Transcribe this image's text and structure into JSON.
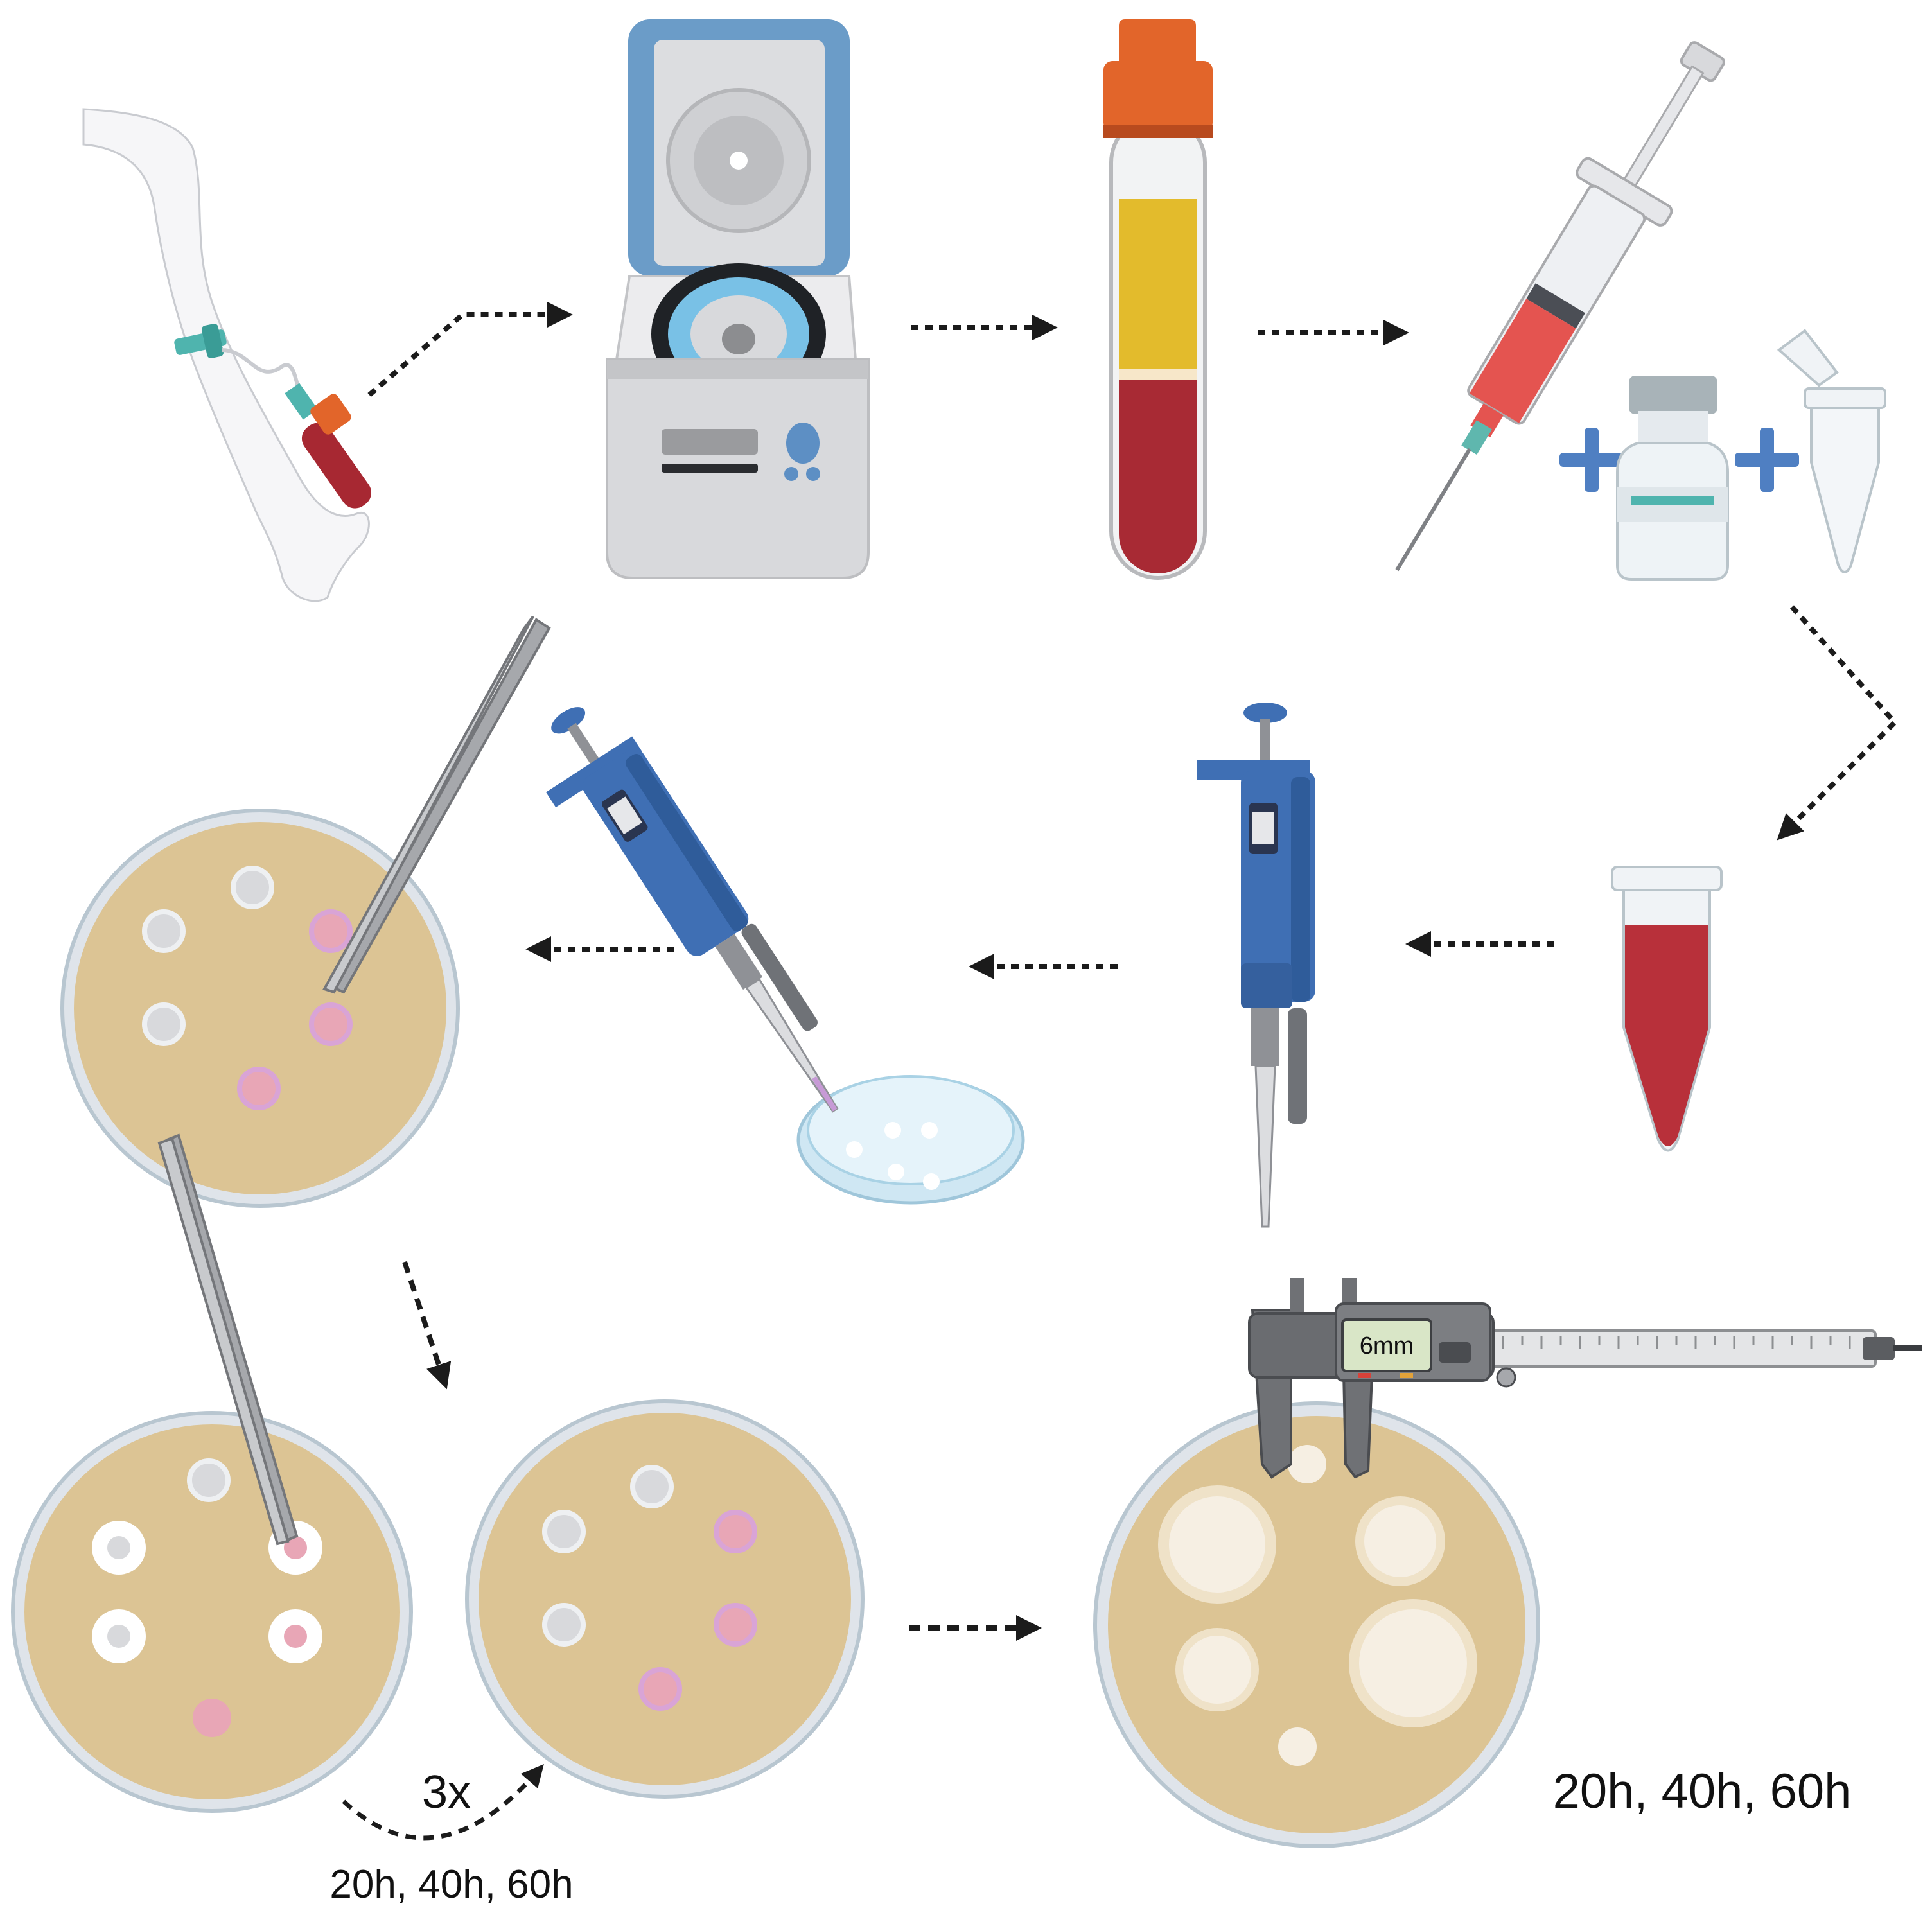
{
  "labels": {
    "repeat_count": "3x",
    "repeat_times": "20h, 40h, 60h",
    "measure_times": "20h, 40h, 60h",
    "caliper_reading": "6mm"
  },
  "colors": {
    "agar": "#dcc494",
    "dish_rim": "#b8c6d0",
    "plasma_yellow": "#e3bb2c",
    "blood_red": "#b8303a",
    "cap_orange": "#e2652a",
    "pipette_blue": "#3f6fb4",
    "centrifuge_lid": "#6b9cc8",
    "plus_blue": "#4f7fc2",
    "pink_disc": "#e8a6b6",
    "grey_disc": "#d8d9dc",
    "zone_white": "#f6efe3",
    "arrow": "#1b1b1b"
  },
  "steps": [
    {
      "icon": "arm-blood-draw-icon"
    },
    {
      "icon": "centrifuge-icon"
    },
    {
      "icon": "separated-blood-tube-icon"
    },
    {
      "icon": "syringe-icon"
    },
    {
      "icon": "vial-icon"
    },
    {
      "icon": "microtube-icon"
    },
    {
      "icon": "filled-microtube-icon"
    },
    {
      "icon": "micropipette-icon"
    },
    {
      "icon": "pipette-into-dish-icon"
    },
    {
      "icon": "forceps-on-plate-icon"
    },
    {
      "icon": "repeated-plate-icon"
    },
    {
      "icon": "caliper-measurement-icon"
    }
  ]
}
